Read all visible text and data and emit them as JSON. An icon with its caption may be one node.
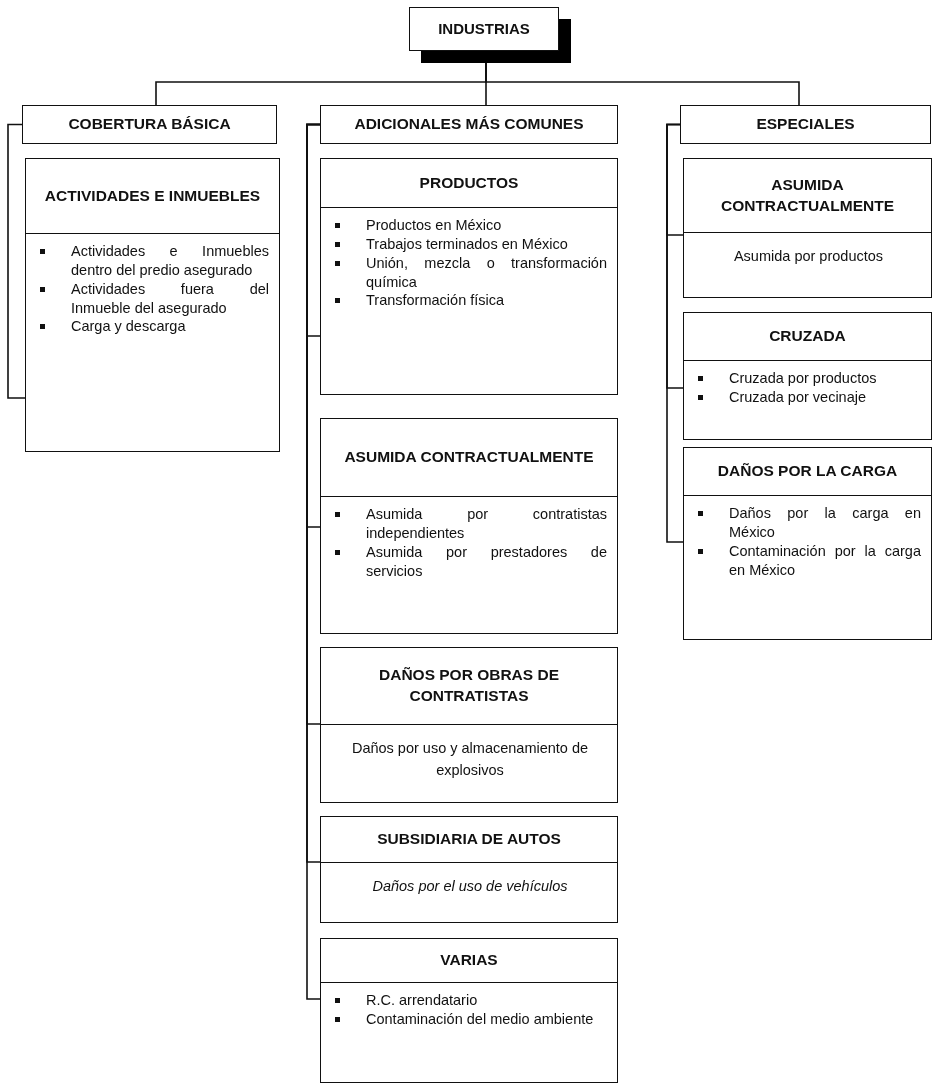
{
  "diagram": {
    "nodes": [
      {
        "text": [
          "INDUSTRIAS"
        ]
      },
      {
        "text": [
          "COBERTURA BÁSICA"
        ]
      },
      {
        "text": [
          "ADICIONALES MÁS COMUNES"
        ]
      },
      {
        "text": [
          "ESPECIALES"
        ]
      },
      {
        "text": [
          "ACTIVIDADES E INMUEBLES",
          "Actividades e Inmuebles dentro del predio asegurado",
          "Actividades fuera del Inmueble del asegurado",
          "Carga y descarga"
        ]
      },
      {
        "text": [
          "PRODUCTOS",
          "Productos en México",
          "Trabajos terminados en México",
          "Unión, mezcla o transformación química",
          "Transformación física"
        ]
      },
      {
        "text": [
          "ASUMIDA CONTRACTUALMENTE",
          "Asumida por contratistas independientes",
          "Asumida por prestadores de servicios"
        ]
      },
      {
        "text": [
          "DAÑOS POR OBRAS DE CONTRATISTAS",
          "Daños por uso y almacenamiento de explosivos"
        ]
      },
      {
        "text": [
          "SUBSIDIARIA DE AUTOS",
          "Daños por el uso de vehículos"
        ]
      },
      {
        "text": [
          "VARIAS",
          "R.C. arrendatario",
          "Contaminación del medio ambiente"
        ]
      },
      {
        "text": [
          "ASUMIDA CONTRACTUALMENTE",
          "Asumida por productos"
        ]
      },
      {
        "text": [
          "CRUZADA",
          "Cruzada por productos",
          "Cruzada por vecinaje"
        ]
      },
      {
        "text": [
          "DAÑOS POR LA CARGA",
          "Daños por la carga en México",
          "Contaminación por la carga en México"
        ]
      }
    ],
    "edges": [
      {
        "from": 0,
        "to": 1,
        "arrow": "none"
      },
      {
        "from": 0,
        "to": 2,
        "arrow": "none"
      },
      {
        "from": 0,
        "to": 3,
        "arrow": "none"
      },
      {
        "from": 1,
        "to": 4,
        "arrow": "none"
      },
      {
        "from": 2,
        "to": 5,
        "arrow": "none"
      },
      {
        "from": 2,
        "to": 6,
        "arrow": "none"
      },
      {
        "from": 2,
        "to": 7,
        "arrow": "none"
      },
      {
        "from": 2,
        "to": 8,
        "arrow": "none"
      },
      {
        "from": 2,
        "to": 9,
        "arrow": "none"
      },
      {
        "from": 3,
        "to": 10,
        "arrow": "none"
      },
      {
        "from": 3,
        "to": 11,
        "arrow": "none"
      },
      {
        "from": 3,
        "to": 12,
        "arrow": "none"
      }
    ]
  }
}
